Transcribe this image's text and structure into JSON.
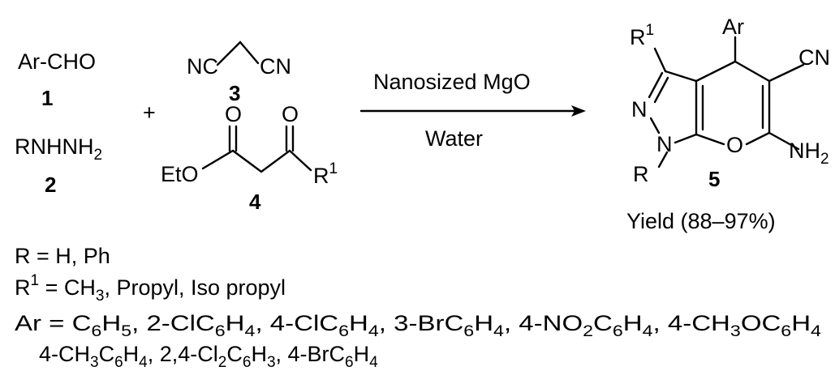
{
  "reactants": {
    "r1": {
      "label": "Ar-CHO",
      "number": "1"
    },
    "r2": {
      "label_main": "RNHNH",
      "label_sub": "2",
      "number": "2"
    },
    "r3": {
      "left": "NC",
      "right": "CN",
      "number": "3"
    },
    "r4": {
      "o1": "O",
      "o2": "O",
      "eto": "EtO",
      "r": "R",
      "r_sup": "1",
      "number": "4"
    },
    "plus": "+"
  },
  "conditions": {
    "catalyst": "Nanosized MgO",
    "solvent": "Water"
  },
  "product": {
    "r1": "R",
    "r1_sup": "1",
    "ar": "Ar",
    "cn": "CN",
    "n1": "N",
    "n2": "N",
    "o": "O",
    "nh": "NH",
    "nh_sub": "2",
    "r": "R",
    "number": "5",
    "yield": "Yield (88–97%)"
  },
  "legend": {
    "line1": "R = H, Ph",
    "line2": {
      "a": "R",
      "a_sup": "1",
      "b": " = CH",
      "b_sub": "3",
      "c": ", Propyl, Iso propyl"
    },
    "line3": [
      {
        "t": "Ar = C"
      },
      {
        "s": "6"
      },
      {
        "t": "H"
      },
      {
        "s": "5"
      },
      {
        "t": ", 2-ClC"
      },
      {
        "s": "6"
      },
      {
        "t": "H"
      },
      {
        "s": "4"
      },
      {
        "t": ", 4-ClC"
      },
      {
        "s": "6"
      },
      {
        "t": "H"
      },
      {
        "s": "4"
      },
      {
        "t": ", 3-BrC"
      },
      {
        "s": "6"
      },
      {
        "t": "H"
      },
      {
        "s": "4"
      },
      {
        "t": ", 4-NO"
      },
      {
        "s": "2"
      },
      {
        "t": "C"
      },
      {
        "s": "6"
      },
      {
        "t": "H"
      },
      {
        "s": "4"
      },
      {
        "t": ", 4-CH"
      },
      {
        "s": "3"
      },
      {
        "t": "OC"
      },
      {
        "s": "6"
      },
      {
        "t": "H"
      },
      {
        "s": "4"
      }
    ],
    "line4": [
      {
        "t": "4-CH"
      },
      {
        "s": "3"
      },
      {
        "t": "C"
      },
      {
        "s": "6"
      },
      {
        "t": "H"
      },
      {
        "s": "4"
      },
      {
        "t": ", 2,4-Cl"
      },
      {
        "s": "2"
      },
      {
        "t": "C"
      },
      {
        "s": "6"
      },
      {
        "t": "H"
      },
      {
        "s": "3"
      },
      {
        "t": ", 4-BrC"
      },
      {
        "s": "6"
      },
      {
        "t": "H"
      },
      {
        "s": "4"
      }
    ]
  }
}
